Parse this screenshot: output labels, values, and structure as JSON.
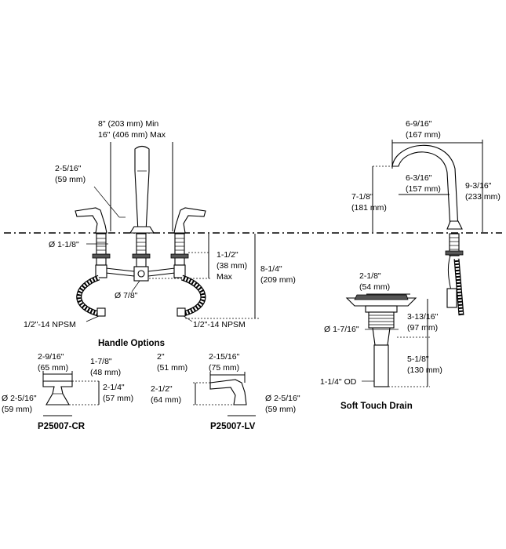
{
  "labels": {
    "spread_min": "8\" (203 mm) Min",
    "spread_max": "16\" (406 mm) Max",
    "handle_offset_in": "2-5/16\"",
    "handle_offset_mm": "(59 mm)",
    "base_dia": "Ø 1-1/8\"",
    "deck_in": "1-1/2\"",
    "deck_mm": "(38 mm)",
    "deck_max": "Max",
    "below_deck_in": "8-1/4\"",
    "below_deck_mm": "(209 mm)",
    "tee_dia": "Ø 7/8\"",
    "npsm_left": "1/2\"-14 NPSM",
    "npsm_right": "1/2\"-14 NPSM",
    "reach_in": "6-9/16\"",
    "reach_mm": "(167 mm)",
    "spout_reach_in": "6-3/16\"",
    "spout_reach_mm": "(157 mm)",
    "spout_height_in": "7-1/8\"",
    "spout_height_mm": "(181 mm)",
    "total_height_in": "9-3/16\"",
    "total_height_mm": "(233 mm)",
    "drain_width_in": "2-1/8\"",
    "drain_width_mm": "(54 mm)",
    "drain_dia": "Ø 1-7/16\"",
    "drain_depth_in": "3-13/16\"",
    "drain_depth_mm": "(97 mm)",
    "drain_tail_in": "5-1/8\"",
    "drain_tail_mm": "(130 mm)",
    "drain_od": "1-1/4\" OD",
    "drain_title": "Soft Touch Drain",
    "handle_options_title": "Handle Options",
    "cr_width_in": "2-9/16\"",
    "cr_width_mm": "(65 mm)",
    "cr_reach_in": "1-7/8\"",
    "cr_reach_mm": "(48 mm)",
    "cr_height_in": "2-1/4\"",
    "cr_height_mm": "(57 mm)",
    "cr_dia_in": "Ø 2-5/16\"",
    "cr_dia_mm": "(59 mm)",
    "cr_model": "P25007-CR",
    "lv_top_in": "2\"",
    "lv_top_mm": "(51 mm)",
    "lv_length_in": "2-15/16\"",
    "lv_length_mm": "(75 mm)",
    "lv_height_in": "2-1/2\"",
    "lv_height_mm": "(64 mm)",
    "lv_dia_in": "Ø 2-5/16\"",
    "lv_dia_mm": "(59 mm)",
    "lv_model": "P25007-LV"
  }
}
